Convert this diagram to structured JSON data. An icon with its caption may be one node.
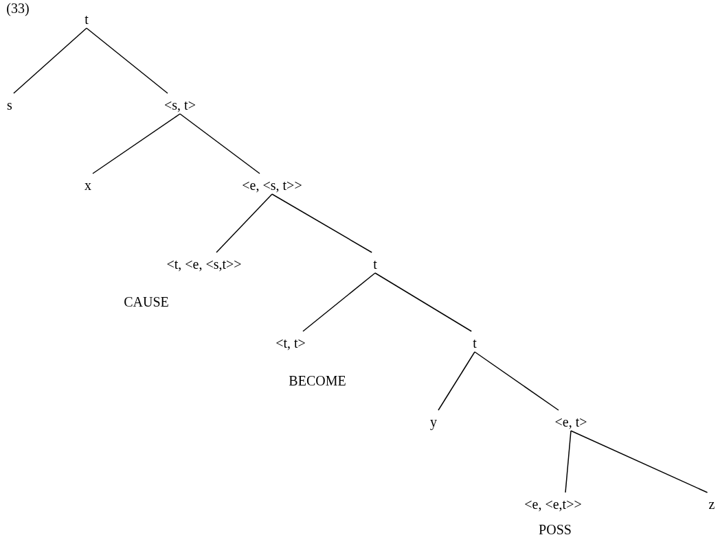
{
  "diagram": {
    "nodes": [
      {
        "text": [
          "t"
        ]
      },
      {
        "text": [
          "s"
        ]
      },
      {
        "text": [
          "<s, t>"
        ]
      },
      {
        "text": [
          "x"
        ]
      },
      {
        "text": [
          "<e, <s, t>>"
        ]
      },
      {
        "text": [
          "<t, <e, <s,t>>"
        ],
        "beside": [
          "CAUSE"
        ]
      },
      {
        "text": [
          "t"
        ]
      },
      {
        "text": [
          "<t, t>"
        ],
        "beside": [
          "BECOME"
        ]
      },
      {
        "text": [
          "t"
        ]
      },
      {
        "text": [
          "y"
        ]
      },
      {
        "text": [
          "<e, t>"
        ]
      },
      {
        "text": [
          "<e, <e,t>>"
        ],
        "beside": [
          "POSS"
        ]
      },
      {
        "text": [
          "z"
        ]
      }
    ],
    "edges": [
      {
        "from": 0,
        "to": 1,
        "arrow": "none"
      },
      {
        "from": 0,
        "to": 2,
        "arrow": "none"
      },
      {
        "from": 2,
        "to": 3,
        "arrow": "none"
      },
      {
        "from": 2,
        "to": 4,
        "arrow": "none"
      },
      {
        "from": 4,
        "to": 5,
        "arrow": "none"
      },
      {
        "from": 4,
        "to": 6,
        "arrow": "none"
      },
      {
        "from": 6,
        "to": 7,
        "arrow": "none"
      },
      {
        "from": 6,
        "to": 8,
        "arrow": "none"
      },
      {
        "from": 8,
        "to": 9,
        "arrow": "none"
      },
      {
        "from": 8,
        "to": 10,
        "arrow": "none"
      },
      {
        "from": 10,
        "to": 11,
        "arrow": "none"
      },
      {
        "from": 10,
        "to": 12,
        "arrow": "none"
      }
    ],
    "labels": [
      "(33)"
    ]
  }
}
